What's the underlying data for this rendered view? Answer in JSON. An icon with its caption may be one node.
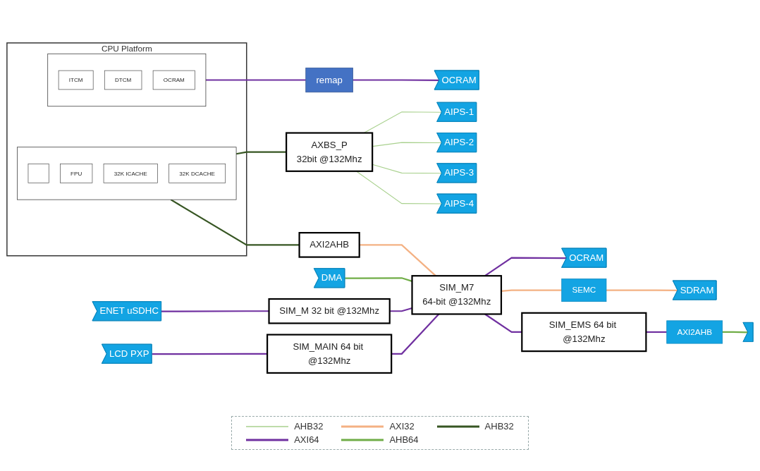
{
  "diagram": {
    "nodes": [
      {
        "text": [
          "CPU Platform"
        ]
      },
      {
        "text": [],
        "shape": "box",
        "in": 0
      },
      {
        "text": [],
        "shape": "box",
        "in": 1
      },
      {
        "text": [
          "FPU"
        ],
        "in": 1
      },
      {
        "text": [
          "32K ICACHE"
        ],
        "in": 1
      },
      {
        "text": [
          "32K DCACHE"
        ],
        "in": 1
      },
      {
        "text": [],
        "shape": "box",
        "in": 0
      },
      {
        "text": [
          "ITCM"
        ],
        "in": 6
      },
      {
        "text": [
          "DTCM"
        ],
        "in": 6
      },
      {
        "text": [
          "OCRAM"
        ],
        "in": 6
      },
      {
        "text": [
          "remap"
        ]
      },
      {
        "text": [
          "OCRAM"
        ]
      },
      {
        "text": [
          "AXI2AHB"
        ]
      },
      {
        "text": [
          "AXBS_P",
          "32bit @132Mhz"
        ]
      },
      {
        "text": [
          "AIPS-1"
        ]
      },
      {
        "text": [
          "AIPS-2"
        ]
      },
      {
        "text": [
          "AIPS-3"
        ]
      },
      {
        "text": [
          "AIPS-4"
        ]
      },
      {
        "text": [
          "DMA"
        ]
      },
      {
        "text": [
          "SIM_M7",
          "64-bit @132Mhz"
        ]
      },
      {
        "text": [
          "ENET uSDHC"
        ]
      },
      {
        "text": [
          "SIM_M 32 bit @132Mhz"
        ]
      },
      {
        "text": [
          "LCD PXP"
        ]
      },
      {
        "text": [
          "SIM_MAIN 64 bit @132Mhz"
        ]
      },
      {
        "text": [
          "OCRAM"
        ]
      },
      {
        "text": [
          "SEMC"
        ]
      },
      {
        "text": [
          "SDRAM"
        ]
      },
      {
        "text": [
          "SIM_EMS 64 bit @132Mhz"
        ]
      },
      {
        "text": [
          "AXI2AHB"
        ]
      },
      {
        "text": [],
        "shape": "box"
      }
    ],
    "edges": [
      {
        "from": 6,
        "to": 10,
        "arrow": "none"
      },
      {
        "from": 10,
        "to": 11,
        "arrow": "none"
      },
      {
        "from": 1,
        "to": 13,
        "arrow": "none",
        "color": "#375623"
      },
      {
        "from": 1,
        "to": 12,
        "arrow": "none",
        "color": "#375623"
      },
      {
        "from": 12,
        "to": 19,
        "arrow": "none",
        "color": "#f4b183"
      },
      {
        "from": 13,
        "to": 14,
        "arrow": "none",
        "color": "#a9d18e"
      },
      {
        "from": 13,
        "to": 15,
        "arrow": "none",
        "color": "#a9d18e"
      },
      {
        "from": 13,
        "to": 16,
        "arrow": "none",
        "color": "#a9d18e"
      },
      {
        "from": 13,
        "to": 17,
        "arrow": "none",
        "color": "#a9d18e"
      },
      {
        "from": 18,
        "to": 19,
        "arrow": "none",
        "color": "#70ad47"
      },
      {
        "from": 20,
        "to": 21,
        "arrow": "none"
      },
      {
        "from": 21,
        "to": 19,
        "arrow": "none"
      },
      {
        "from": 22,
        "to": 23,
        "arrow": "none"
      },
      {
        "from": 23,
        "to": 19,
        "arrow": "none"
      },
      {
        "from": 19,
        "to": 24,
        "arrow": "none"
      },
      {
        "from": 19,
        "to": 25,
        "arrow": "none",
        "color": "#f4b183"
      },
      {
        "from": 25,
        "to": 26,
        "arrow": "none",
        "color": "#f4b183"
      },
      {
        "from": 19,
        "to": 27,
        "arrow": "none"
      },
      {
        "from": 27,
        "to": 28,
        "arrow": "none"
      },
      {
        "from": 28,
        "to": 29,
        "arrow": "none",
        "color": "#70ad47"
      }
    ],
    "legend": [
      {
        "text": "AHB32"
      },
      {
        "text": "AXI32"
      },
      {
        "text": "AHB32"
      },
      {
        "text": "AXI64"
      },
      {
        "text": "AHB64"
      }
    ]
  }
}
